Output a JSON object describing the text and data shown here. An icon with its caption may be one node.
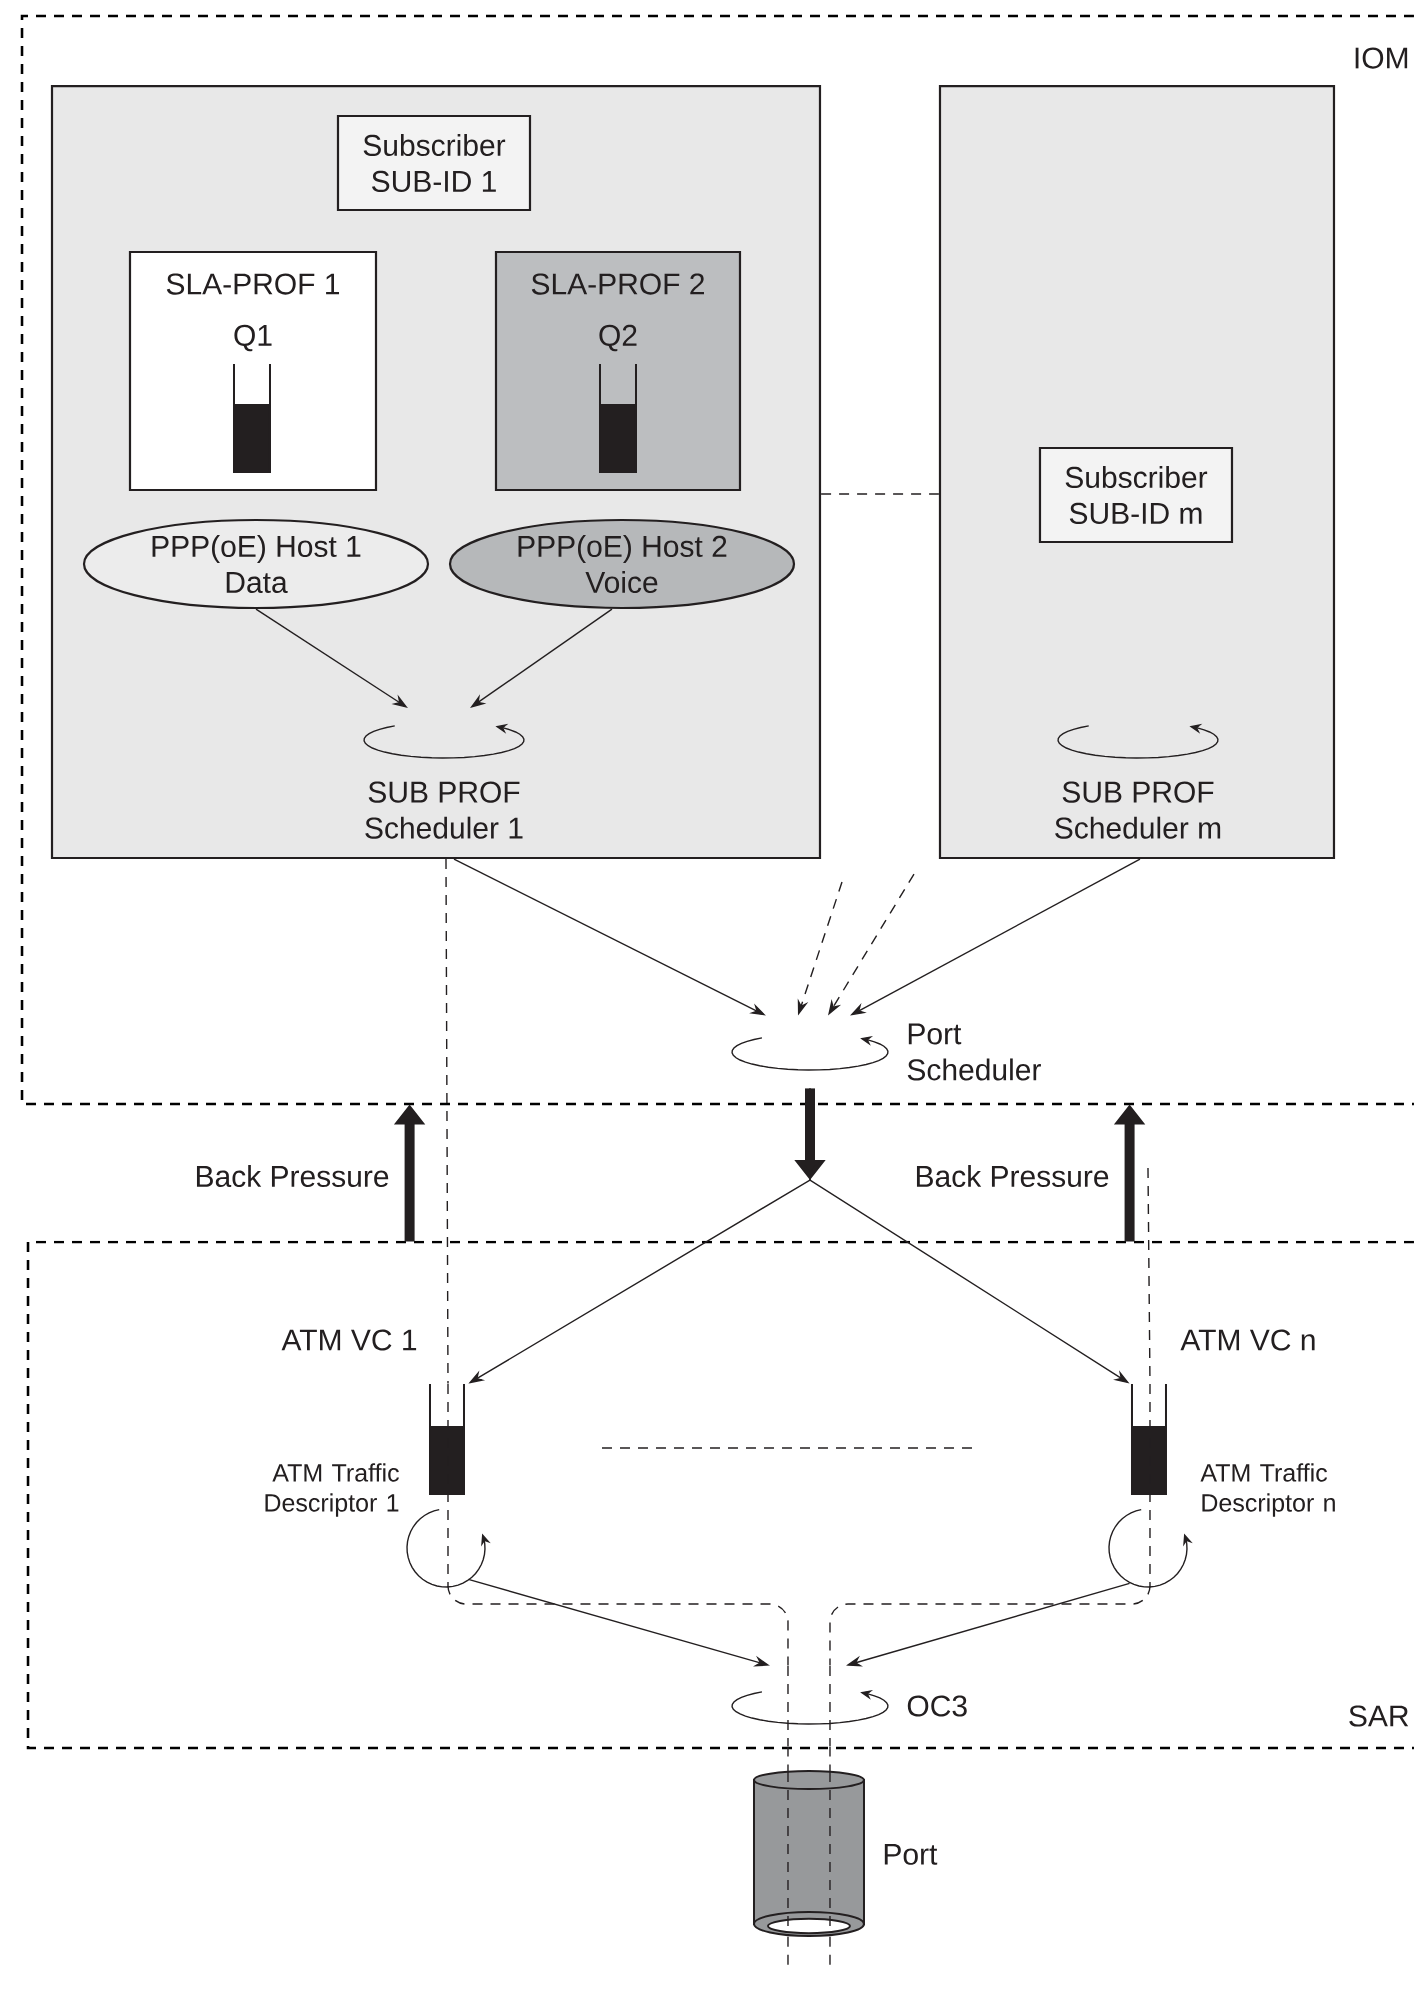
{
  "diagram": {
    "nodes": [
      {
        "text": [
          "IOM"
        ]
      },
      {
        "text": [],
        "shape": "box",
        "in": 0
      },
      {
        "text": [
          "Subscriber SUB-ID 1"
        ],
        "in": 1
      },
      {
        "text": [
          "SLA-PROF 1",
          "Q1"
        ],
        "in": 1
      },
      {
        "text": [
          "SLA-PROF 2",
          "Q2"
        ],
        "in": 1
      },
      {
        "text": [
          "PPP(oE) Host 1 Data"
        ],
        "in": 1
      },
      {
        "text": [
          "PPP(oE) Host 2 Voice"
        ],
        "in": 1
      },
      {
        "text": [
          "SUB PROF Scheduler 1"
        ],
        "in": 1
      },
      {
        "text": [],
        "shape": "box",
        "in": 0
      },
      {
        "text": [
          "Subscriber SUB-ID m"
        ],
        "in": 8
      },
      {
        "text": [
          "SUB PROF Scheduler m"
        ],
        "in": 8
      },
      {
        "text": [
          "Port Scheduler"
        ],
        "in": 0
      },
      {
        "text": [
          "SAR"
        ]
      },
      {
        "text": [
          "ATM VC 1",
          "ATM Traffic Descriptor 1"
        ],
        "in": 12
      },
      {
        "text": [
          "ATM VC n",
          "ATM Traffic Descriptor n"
        ],
        "in": 12
      },
      {
        "text": [
          "OC3"
        ],
        "in": 12
      },
      {
        "text": [
          "Port"
        ]
      }
    ],
    "edges": [
      {
        "from": 5,
        "to": 7,
        "arrow": "to"
      },
      {
        "from": 6,
        "to": 7,
        "arrow": "to"
      },
      {
        "from": 1,
        "to": 8,
        "arrow": "none",
        "style": "dashed"
      },
      {
        "from": 1,
        "to": 11,
        "arrow": "to"
      },
      {
        "from": null,
        "to": 11,
        "arrow": "to",
        "style": "dashed"
      },
      {
        "from": null,
        "to": 11,
        "arrow": "to",
        "style": "dashed"
      },
      {
        "from": 8,
        "to": 11,
        "arrow": "to"
      },
      {
        "from": 11,
        "to": 13,
        "arrow": "to"
      },
      {
        "from": 11,
        "to": 14,
        "arrow": "to"
      },
      {
        "from": 12,
        "to": 0,
        "arrow": "to",
        "style": "thick",
        "label": "Back Pressure"
      },
      {
        "from": 12,
        "to": 0,
        "arrow": "to",
        "style": "thick",
        "label": "Back Pressure"
      },
      {
        "from": 13,
        "to": 15,
        "arrow": "to"
      },
      {
        "from": 14,
        "to": 15,
        "arrow": "to"
      },
      {
        "from": 1,
        "to": 13,
        "arrow": "none",
        "style": "dashed"
      },
      {
        "from": null,
        "to": 14,
        "arrow": "none",
        "style": "dashed"
      },
      {
        "from": 13,
        "to": 15,
        "arrow": "none",
        "style": "dashed"
      },
      {
        "from": 14,
        "to": 15,
        "arrow": "none",
        "style": "dashed"
      },
      {
        "from": 15,
        "to": 16,
        "arrow": "none",
        "style": "dashed"
      },
      {
        "from": 15,
        "to": 16,
        "arrow": "none",
        "style": "dashed"
      },
      {
        "from": 16,
        "to": null,
        "arrow": "none",
        "style": "dashed"
      },
      {
        "from": 16,
        "to": null,
        "arrow": "none",
        "style": "dashed"
      }
    ]
  }
}
